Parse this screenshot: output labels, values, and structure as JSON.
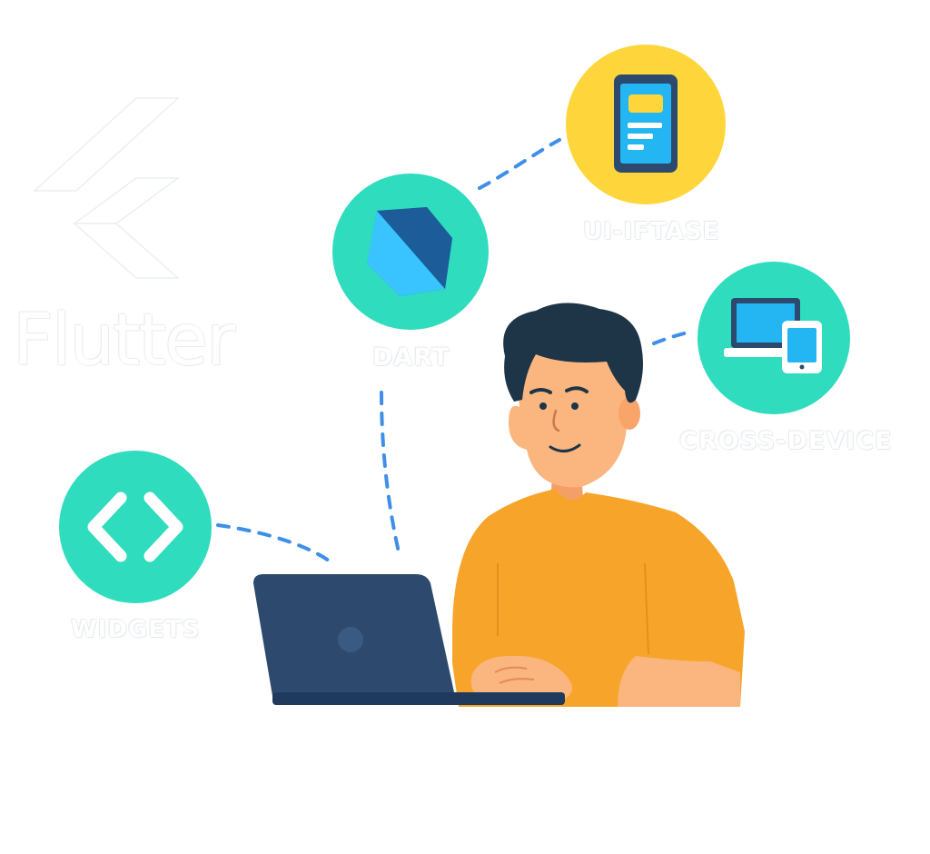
{
  "logo": {
    "text": "Flutter"
  },
  "labels": {
    "dart": "DART",
    "ui_phase": "UI-IFTASE",
    "cross_device": "CROSS-DEVICE",
    "widgets": "WIDGETS"
  },
  "icons": {
    "dart": "dart-logo-icon",
    "ui_phase": "phone-ui-icon",
    "cross_device": "laptop-phone-icon",
    "widgets": "code-brackets-icon"
  },
  "colors": {
    "teal": "#2fdcbd",
    "yellow": "#fed63c",
    "navy": "#2d4a6e",
    "orange": "#f7a52a",
    "skin": "#fbb57f",
    "hair": "#1e3447",
    "link": "#3f8fe8"
  }
}
